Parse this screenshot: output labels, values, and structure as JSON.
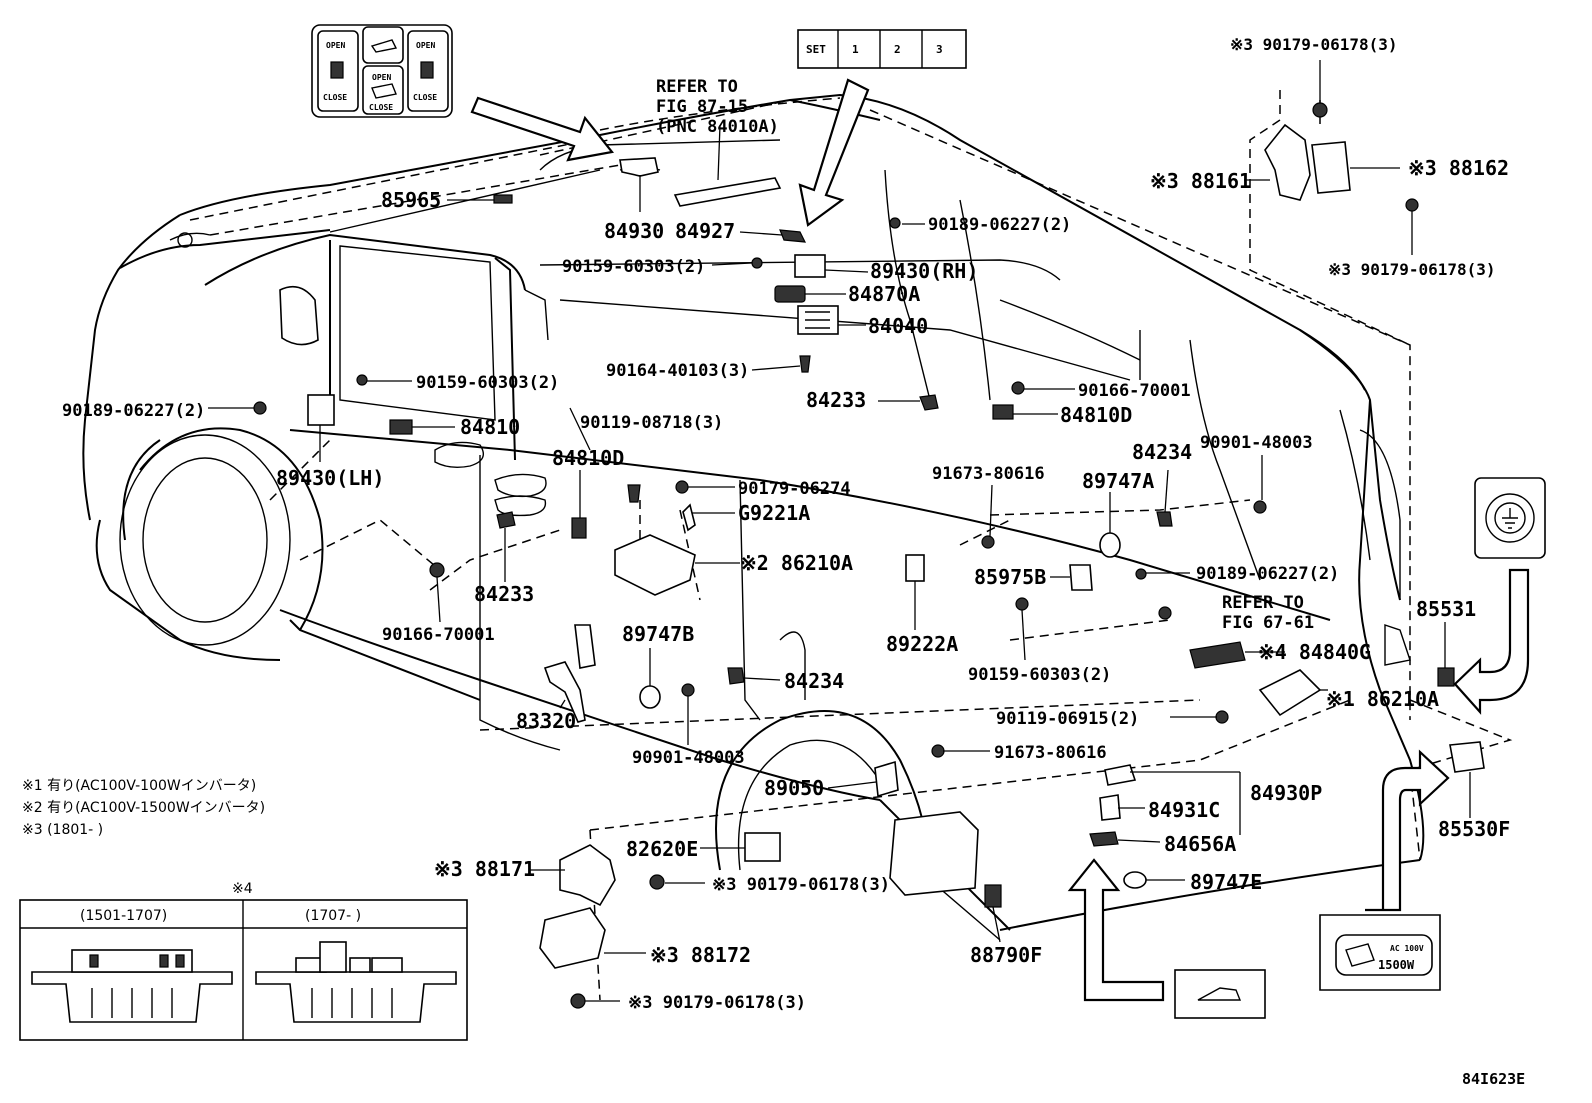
{
  "diagram_code": "84I623E",
  "refer_top": [
    "REFER TO",
    "FIG 87-15",
    "(PNC 84010A)"
  ],
  "refer_right": [
    "REFER TO",
    "FIG 67-61"
  ],
  "legend": {
    "n1": "※1 有り(AC100V-100Wインバータ)",
    "n2": "※2 有り(AC100V-1500Wインバータ)",
    "n3": "※3 (1801-      )"
  },
  "inset": {
    "title": "※4",
    "left_header": "(1501-1707)",
    "right_header": "(1707-      )"
  },
  "switch_panel": {
    "set": "SET",
    "m1": "1",
    "m2": "2",
    "m3": "3"
  },
  "door_switches": {
    "open": "OPEN",
    "close": "CLOSE"
  },
  "inverter_badge": {
    "line1": "AC 100V",
    "line2": "1500W"
  },
  "labels": [
    {
      "id": "l-85965",
      "text": "85965"
    },
    {
      "id": "l-84930",
      "text": "84930"
    },
    {
      "id": "l-84927",
      "text": "84927"
    },
    {
      "id": "l-90189-06227-2-top",
      "text": "90189-06227(2)"
    },
    {
      "id": "l-90159-60303-2-top",
      "text": "90159-60303(2)"
    },
    {
      "id": "l-89430rh",
      "text": "89430(RH)"
    },
    {
      "id": "l-84870a",
      "text": "84870A"
    },
    {
      "id": "l-84040",
      "text": "84040"
    },
    {
      "id": "l-90164-40103-3",
      "text": "90164-40103(3)"
    },
    {
      "id": "l-90159-60303-2-left",
      "text": "90159-60303(2)"
    },
    {
      "id": "l-90189-06227-2-left",
      "text": "90189-06227(2)"
    },
    {
      "id": "l-84810",
      "text": "84810"
    },
    {
      "id": "l-89430lh",
      "text": "89430(LH)"
    },
    {
      "id": "l-90119-08718-3",
      "text": "90119-08718(3)"
    },
    {
      "id": "l-84810d-left",
      "text": "84810D"
    },
    {
      "id": "l-90179-06274",
      "text": "90179-06274"
    },
    {
      "id": "l-g9221a",
      "text": "G9221A"
    },
    {
      "id": "l-86210a-2",
      "text": "※2 86210A"
    },
    {
      "id": "l-84233-top",
      "text": "84233"
    },
    {
      "id": "l-90166-70001-top",
      "text": "90166-70001"
    },
    {
      "id": "l-84810d-right",
      "text": "84810D"
    },
    {
      "id": "l-84234-right",
      "text": "84234"
    },
    {
      "id": "l-90901-48003-right",
      "text": "90901-48003"
    },
    {
      "id": "l-91673-80616-top",
      "text": "91673-80616"
    },
    {
      "id": "l-89747a",
      "text": "89747A"
    },
    {
      "id": "l-85975b",
      "text": "85975B"
    },
    {
      "id": "l-90189-06227-2-mid",
      "text": "90189-06227(2)"
    },
    {
      "id": "l-84233-left",
      "text": "84233"
    },
    {
      "id": "l-90166-70001-left",
      "text": "90166-70001"
    },
    {
      "id": "l-89747b",
      "text": "89747B"
    },
    {
      "id": "l-89222a",
      "text": "89222A"
    },
    {
      "id": "l-90159-60303-2-low",
      "text": "90159-60303(2)"
    },
    {
      "id": "l-84840g",
      "text": "※4 84840G"
    },
    {
      "id": "l-85531",
      "text": "85531"
    },
    {
      "id": "l-86210a-1",
      "text": "※1 86210A"
    },
    {
      "id": "l-84234-mid",
      "text": "84234"
    },
    {
      "id": "l-83320",
      "text": "83320"
    },
    {
      "id": "l-90901-48003-low",
      "text": "90901-48003"
    },
    {
      "id": "l-90119-06915-2",
      "text": "90119-06915(2)"
    },
    {
      "id": "l-91673-80616-low",
      "text": "91673-80616"
    },
    {
      "id": "l-89050",
      "text": "89050"
    },
    {
      "id": "l-84930p",
      "text": "84930P"
    },
    {
      "id": "l-84931c",
      "text": "84931C"
    },
    {
      "id": "l-84656a",
      "text": "84656A"
    },
    {
      "id": "l-85530f",
      "text": "85530F"
    },
    {
      "id": "l-82620e",
      "text": "82620E"
    },
    {
      "id": "l-88171",
      "text": "※3 88171"
    },
    {
      "id": "l-90179-06178-3-mid",
      "text": "※3 90179-06178(3)"
    },
    {
      "id": "l-89747e",
      "text": "89747E"
    },
    {
      "id": "l-88172",
      "text": "※3 88172"
    },
    {
      "id": "l-88790f",
      "text": "88790F"
    },
    {
      "id": "l-90179-06178-3-bot",
      "text": "※3 90179-06178(3)"
    },
    {
      "id": "l-90179-06178-3-tr",
      "text": "※3 90179-06178(3)"
    },
    {
      "id": "l-88161",
      "text": "※3 88161"
    },
    {
      "id": "l-88162",
      "text": "※3 88162"
    },
    {
      "id": "l-90179-06178-3-tr2",
      "text": "※3 90179-06178(3)"
    }
  ]
}
